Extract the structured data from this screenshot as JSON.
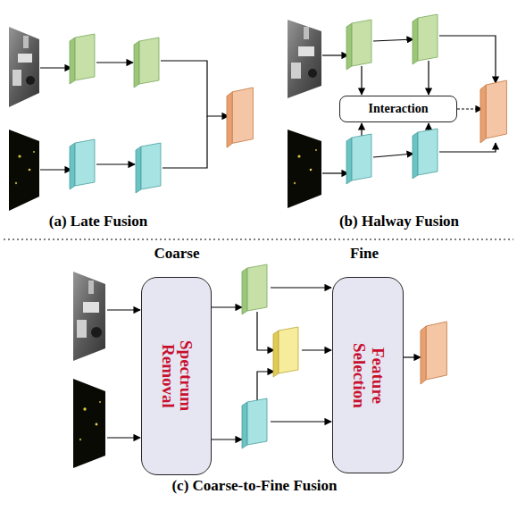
{
  "diagram": {
    "nodes": [
      {
        "text": [
          "Interaction"
        ]
      },
      {
        "text": [
          "Spectrum Removal"
        ]
      },
      {
        "text": [
          "Feature Selection"
        ]
      }
    ],
    "labels": [
      "(a) Late Fusion",
      "(b) Halway Fusion",
      "Coarse",
      "Fine",
      "(c) Coarse-to-Fine Fusion"
    ]
  }
}
